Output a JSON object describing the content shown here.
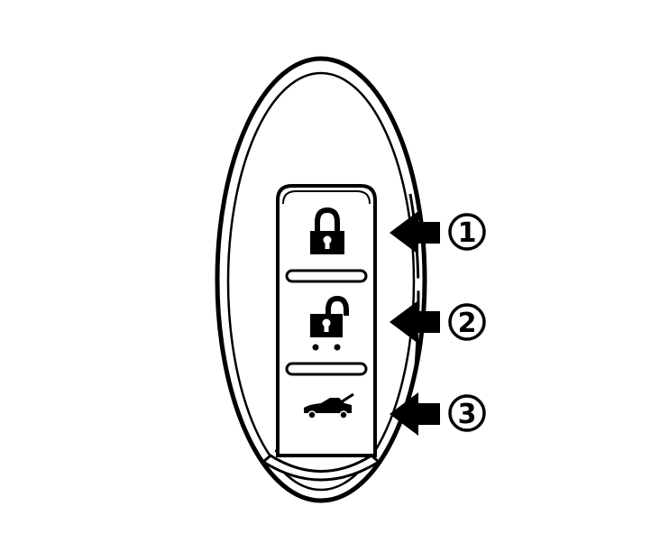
{
  "figure": {
    "subject": "smart key fob",
    "stroke_color": "#000000",
    "background_color": "#ffffff"
  },
  "buttons": [
    {
      "icon": "lock-icon",
      "callout": "1"
    },
    {
      "icon": "unlock-icon",
      "callout": "2"
    },
    {
      "icon": "trunk-icon",
      "callout": "3"
    }
  ]
}
